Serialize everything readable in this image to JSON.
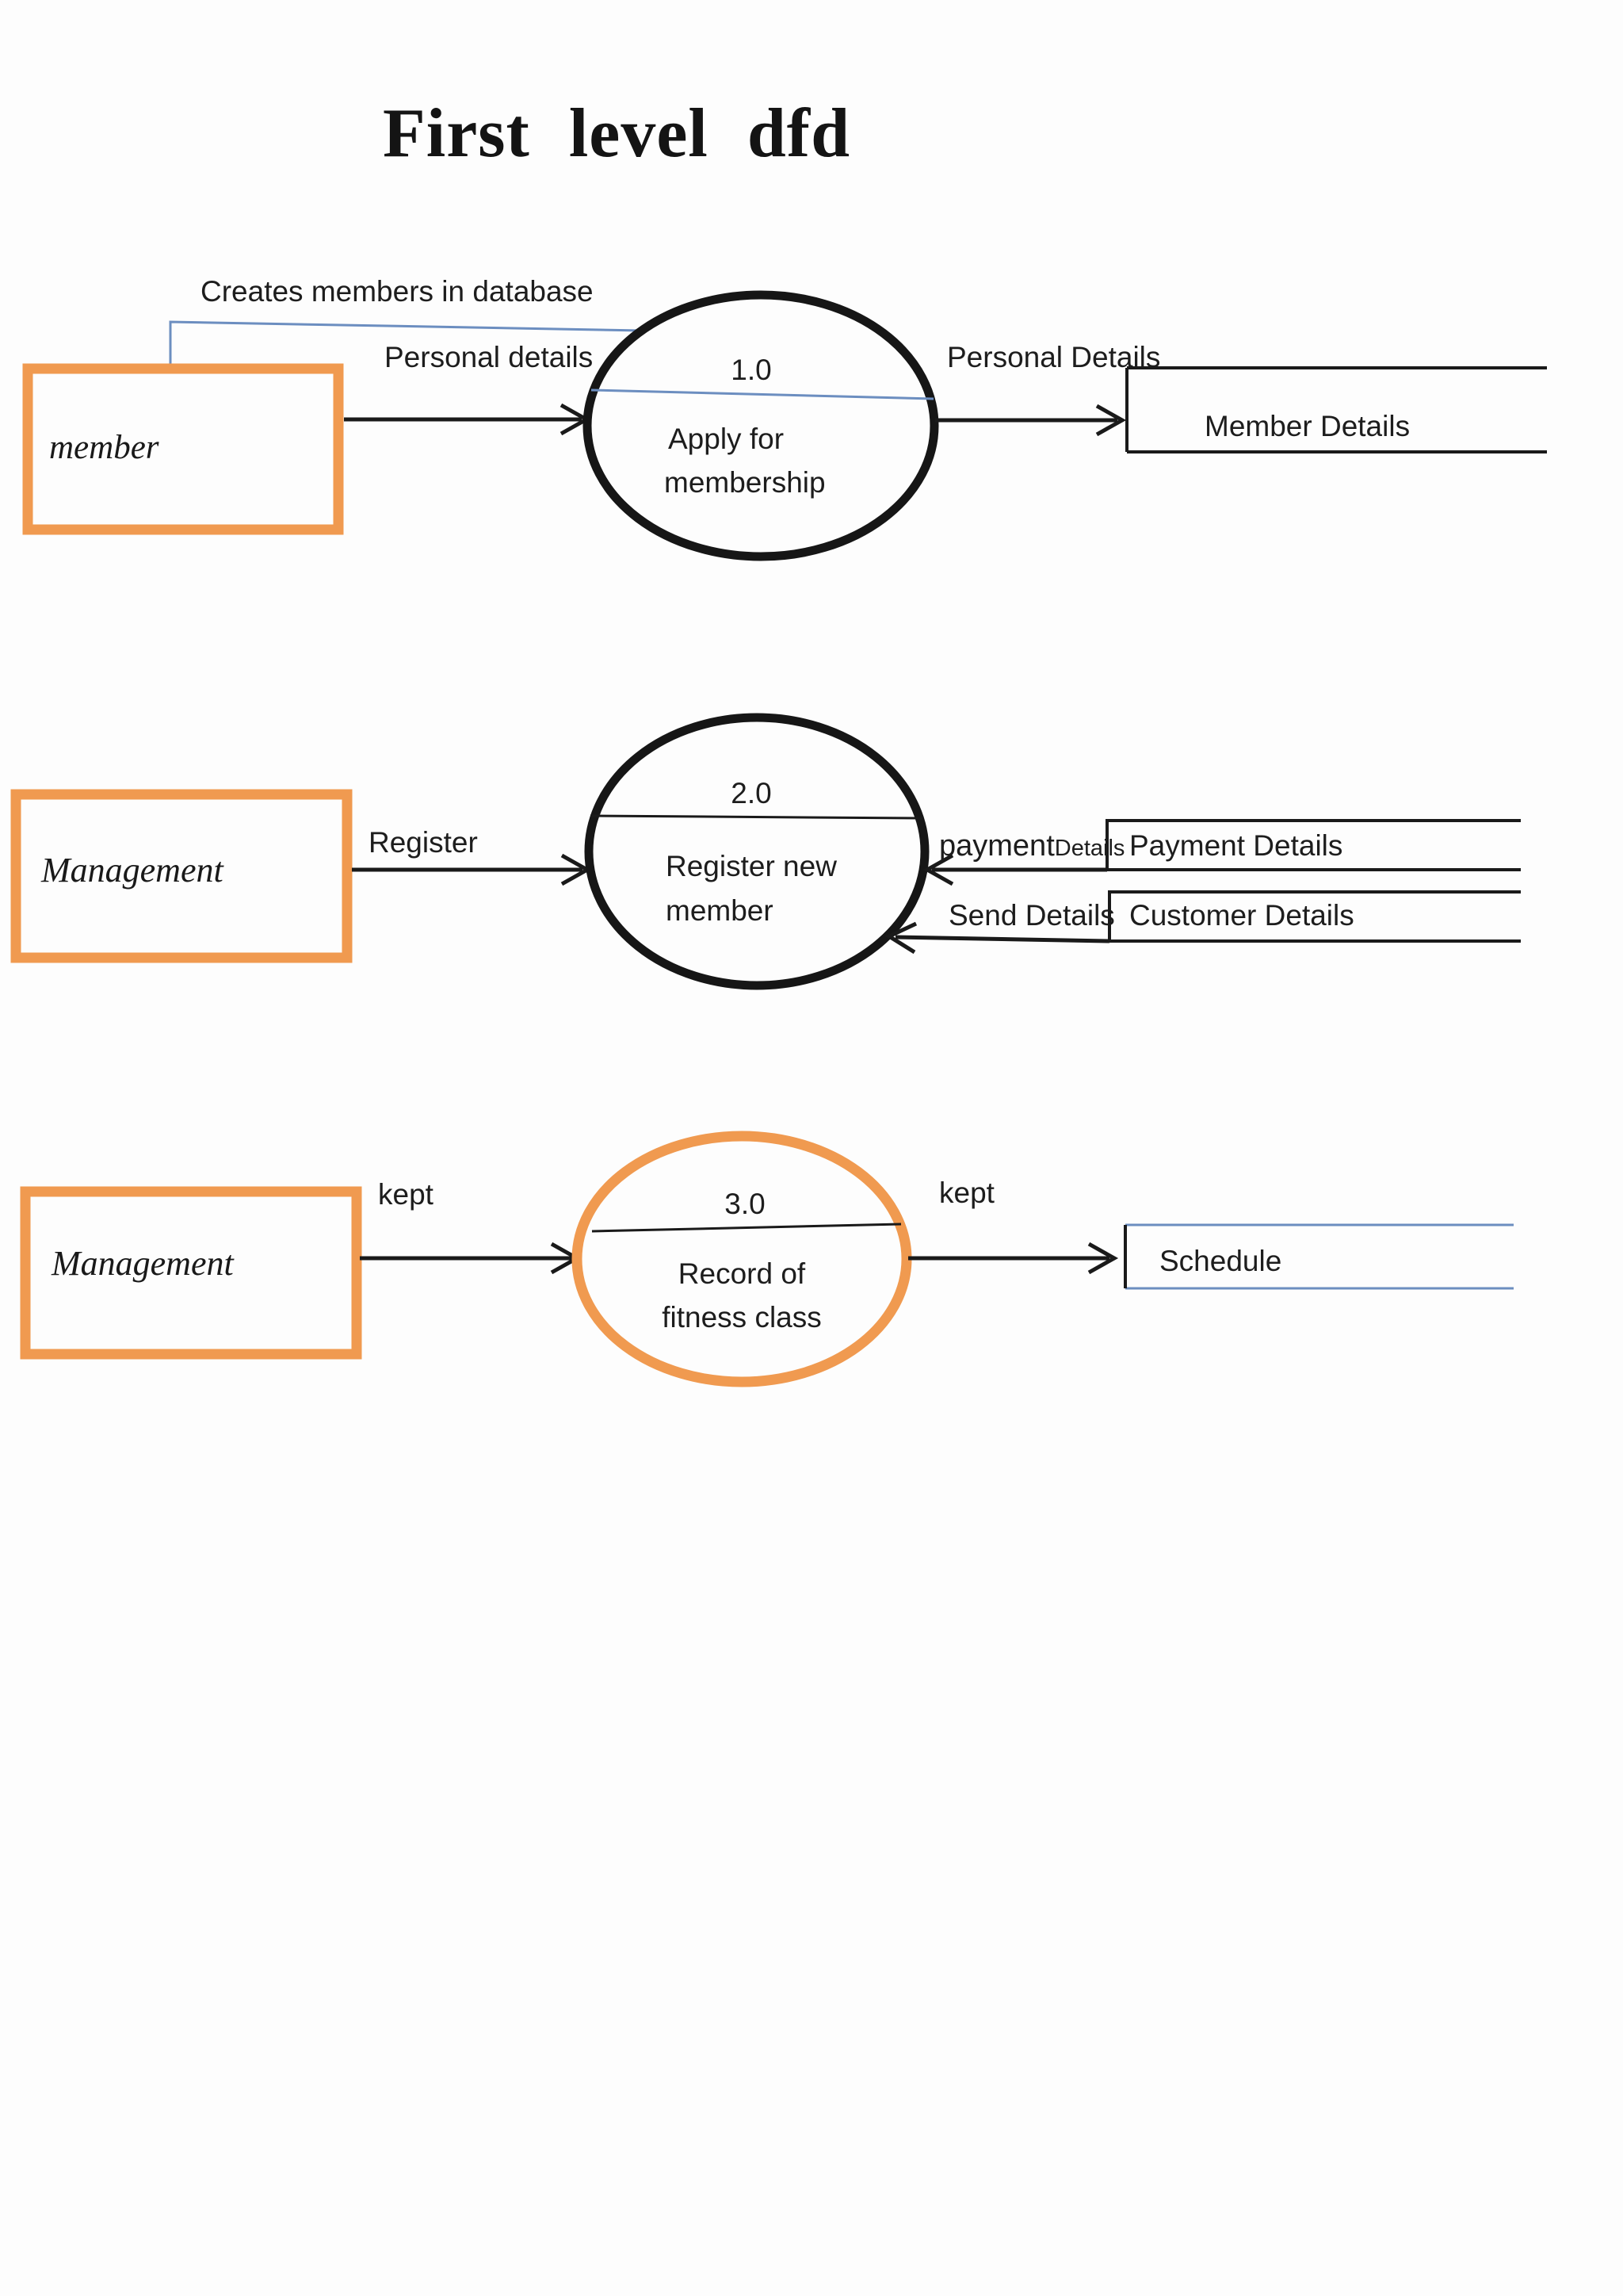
{
  "title": "First level dfd",
  "colors": {
    "entity_border_orange": "#F09A50",
    "process3_orange": "#F09A50",
    "flow_blue": "#6C8EC0",
    "line_black": "#1A1A1A"
  },
  "row1": {
    "annotation": "Creates members in database",
    "entity": "member",
    "flow_left_label": "Personal details",
    "process": {
      "id": "1.0",
      "name_line1": "Apply for",
      "name_line2": "membership"
    },
    "flow_right_label": "Personal Details",
    "store": "Member Details"
  },
  "row2": {
    "entity": "Management",
    "flow_left_label": "Register",
    "process": {
      "id": "2.0",
      "name_line1": "Register new",
      "name_line2": "member"
    },
    "flow_payment_label_big": "payment",
    "flow_payment_label_small": "Details",
    "store_payment": "Payment Details",
    "flow_send_label": "Send Details",
    "store_customer": "Customer Details"
  },
  "row3": {
    "entity": "Management",
    "flow_left_label": "kept",
    "process": {
      "id": "3.0",
      "name_line1": "Record of",
      "name_line2": "fitness class"
    },
    "flow_right_label": "kept",
    "store": "Schedule"
  }
}
